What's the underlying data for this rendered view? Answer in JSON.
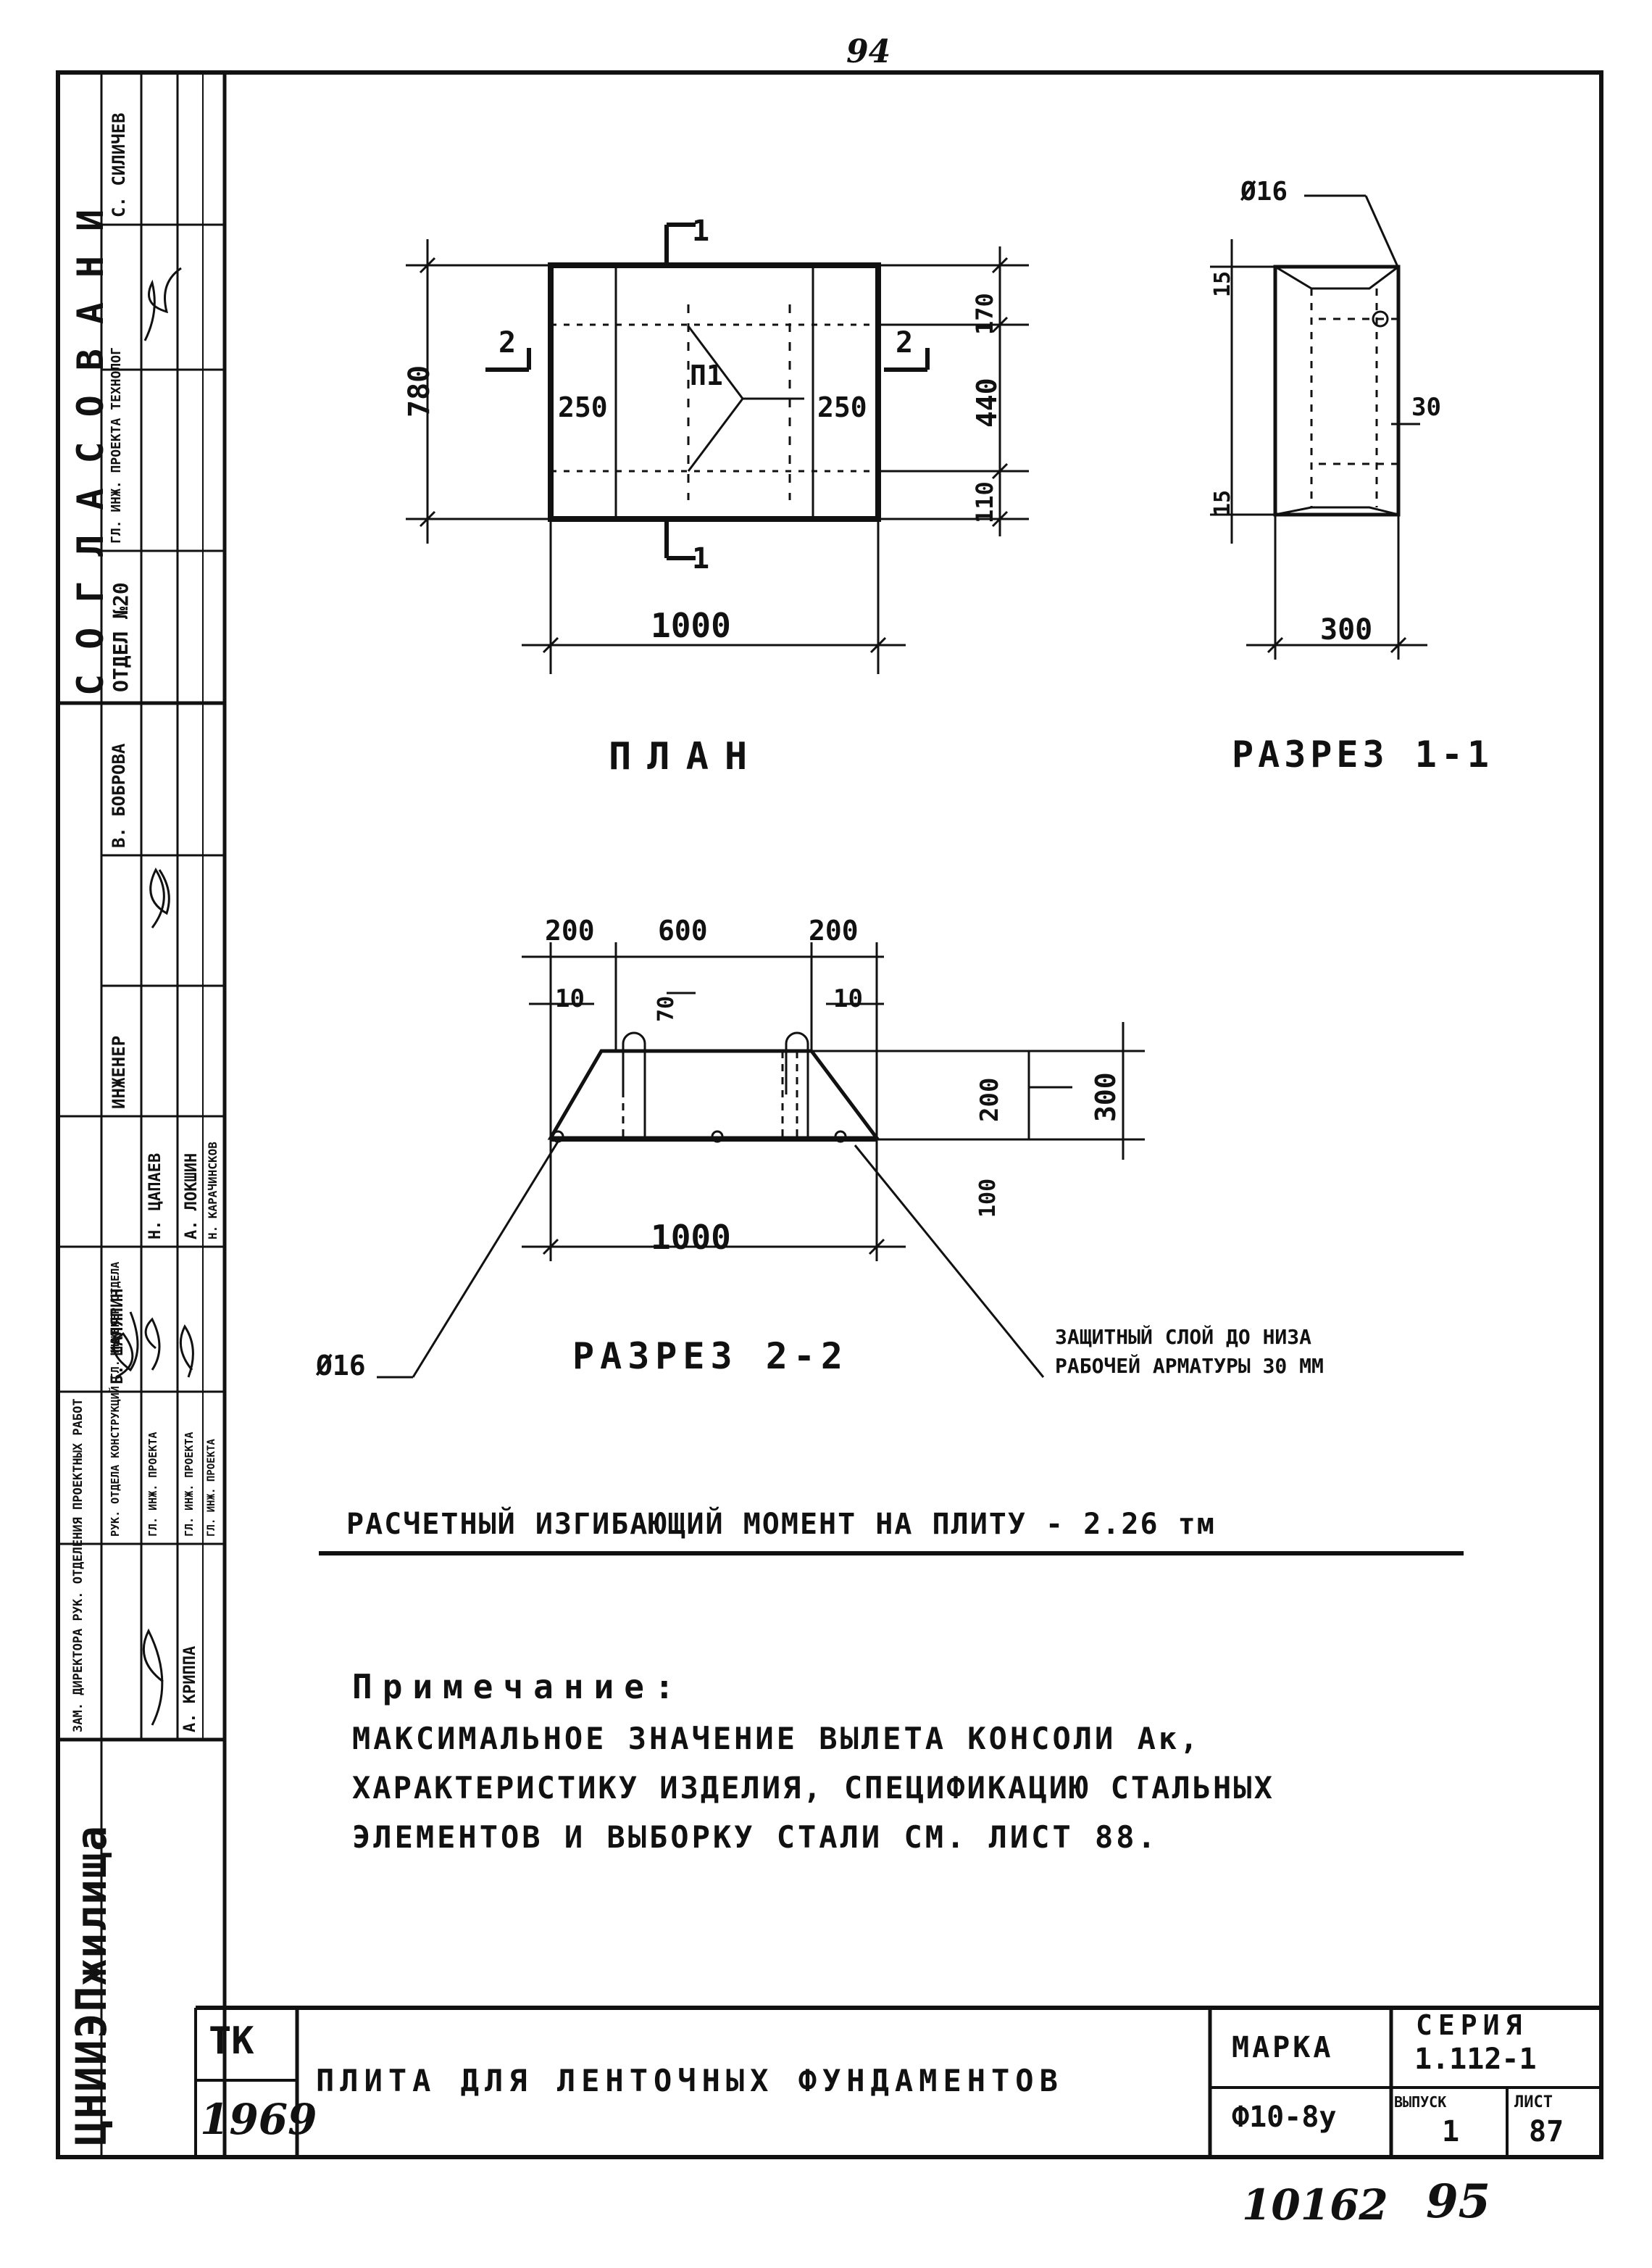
{
  "header": {
    "top_page_number": "94"
  },
  "plan": {
    "title": "ПЛАН",
    "dim_width": "1000",
    "dim_height": "780",
    "dim_top": "170",
    "dim_mid": "440",
    "dim_bot": "110",
    "dim_left_inner": "250",
    "dim_right_inner": "250",
    "item_label": "П1",
    "section_top": "1",
    "section_bottom": "1",
    "section_left": "2",
    "section_right": "2"
  },
  "section_1_1": {
    "title": "РАЗРЕЗ 1-1",
    "rebar_label": "Ø16",
    "dim_top": "15",
    "dim_mid": "30",
    "dim_bot": "15",
    "dim_width": "300"
  },
  "section_2_2": {
    "title": "РАЗРЕЗ 2-2",
    "dim_top_left": "200",
    "dim_top_mid": "600",
    "dim_top_right": "200",
    "dim_inner_left": "10",
    "dim_inner_mid": "70",
    "dim_inner_right": "10",
    "dim_h1": "200",
    "dim_h2": "300",
    "dim_h3": "100",
    "dim_width": "1000",
    "rebar_label": "Ø16",
    "cover_note_line1": "ЗАЩИТНЫЙ СЛОЙ ДО НИЗА",
    "cover_note_line2": "РАБОЧЕЙ АРМАТУРЫ 30 ММ"
  },
  "moment_line": "РАСЧЕТНЫЙ ИЗГИБАЮЩИЙ МОМЕНТ НА ПЛИТУ - 2.26 тм",
  "note": {
    "title": "Примечание:",
    "line1": "МАКСИМАЛЬНОЕ ЗНАЧЕНИЕ ВЫЛЕТА КОНСОЛИ Ак,",
    "line2": "ХАРАКТЕРИСТИКУ ИЗДЕЛИЯ, СПЕЦИФИКАЦИЮ СТАЛЬНЫХ",
    "line3": "ЭЛЕМЕНТОВ И ВЫБОРКУ СТАЛИ СМ. ЛИСТ 88."
  },
  "left_stamp": {
    "org": "ЦНИИЭПжилища",
    "approval_header": "СОГЛАСОВАНИ",
    "dept": "ОТДЕЛ №20",
    "approver_role": "ГЛ. ИНЖ. ПРОЕКТА ТЕХНОЛОГ",
    "approver_name": "С. СИЛИЧЕВ",
    "engineer_role": "ИНЖЕНЕР",
    "engineer_name": "В. БОБРОВА",
    "rows": [
      {
        "role": "ЗАМ. ДИРЕКТОРА РУК. ОТДЕЛЕНИЯ ПРОЕКТНЫХ РАБОТ",
        "name": "А. КРИППА"
      },
      {
        "role": "РУК. ОТДЕЛА КОНСТРУКЦИЙ ГЛ. ИНЖЕНЕР ОТДЕЛА",
        "name": "Б. ШАЛЯПИН"
      },
      {
        "role": "ГЛ. ИНЖ. ПРОЕКТА",
        "name": "Н. ЦАПАЕВ"
      },
      {
        "role": "ГЛ. ИНЖ. ПРОЕКТА",
        "name": "А. ЛОКШИН"
      },
      {
        "role": "ГЛ. ИНЖ. ПРОЕКТА",
        "name": "Н. КАРАЧИНСКОВ"
      }
    ]
  },
  "title_block": {
    "code": "ТК",
    "year": "1969",
    "title": "ПЛИТА ДЛЯ ЛЕНТОЧНЫХ ФУНДАМЕНТОВ",
    "marka_label": "МАРКА",
    "marka_value": "Ф10-8у",
    "series_label": "СЕРИЯ",
    "series_value": "1.112-1",
    "issue_label": "ВЫПУСК",
    "issue_value": "1",
    "sheet_label": "ЛИСТ",
    "sheet_value": "87"
  },
  "footer": {
    "inventory_number": "10162",
    "page_number": "95"
  }
}
